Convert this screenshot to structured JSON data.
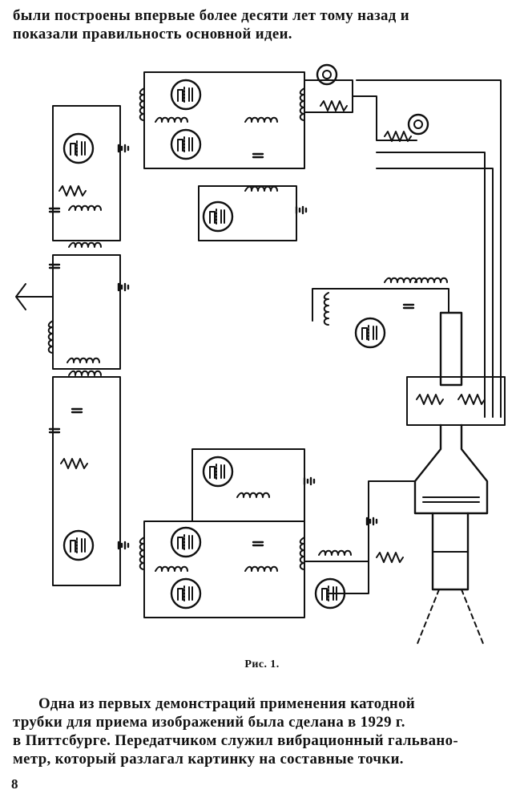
{
  "top_text": [
    "были построены впервые более десяти лет тому назад и",
    "показали правильность основной идеи."
  ],
  "figure": {
    "caption": "Рис. 1."
  },
  "bottom_text": [
    "Одна из первых демонстраций применения катодной",
    "трубки для приема изображений была сделана в 1929 г.",
    "в Питтсбурге. Передатчиком служил вибрационный гальвано-",
    "метр, который разлагал картинку на составные точки."
  ],
  "page_number": "8"
}
